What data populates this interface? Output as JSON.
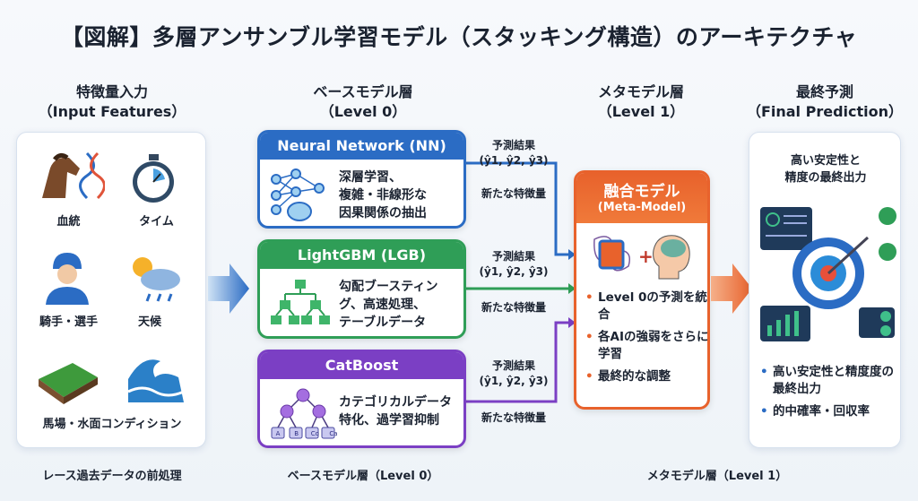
{
  "title": "【図解】多層アンサンブル学習モデル（スタッキング構造）のアーキテクチャ",
  "columns": [
    {
      "title": "特徴量入力",
      "subtitle": "（Input Features）"
    },
    {
      "title": "ベースモデル層",
      "subtitle": "（Level 0）"
    },
    {
      "title": "メタモデル層",
      "subtitle": "（Level 1）"
    },
    {
      "title": "最終予測",
      "subtitle": "（Final Prediction）"
    }
  ],
  "inputs": [
    "血統",
    "タイム",
    "騎手・選手",
    "天候",
    "馬場・水面コンディション"
  ],
  "base_models": [
    {
      "name": "Neural Network (NN)",
      "desc": [
        "深層学習、",
        "複雑・非線形な",
        "因果関係の抽出"
      ],
      "color": "#2b6cc4"
    },
    {
      "name": "LightGBM (LGB)",
      "desc": [
        "勾配ブースティン",
        "グ、高速処理、",
        "テーブルデータ"
      ],
      "color": "#2f9e57"
    },
    {
      "name": "CatBoost",
      "desc": [
        "カテゴリカルデータ",
        "特化、過学習抑制"
      ],
      "color": "#7b3fc4"
    }
  ],
  "connector": {
    "pred_label": "予測結果",
    "pred_values": "(ŷ1, ŷ2, ŷ3)",
    "feature_label": "新たな特徴量"
  },
  "catboost_leaves": [
    "A",
    "B",
    "Co",
    "Ca"
  ],
  "meta": {
    "title": "融合モデル",
    "subtitle": "(Meta-Model)",
    "bullets": [
      "Level 0の予測を統合",
      "各AIの強弱をさらに学習",
      "最終的な調整"
    ],
    "color": "#e8622c"
  },
  "final": {
    "heading": [
      "高い安定性と",
      "精度の最終出力"
    ],
    "bullets": [
      "高い安定性と精度度の最終出力",
      "的中確率・回収率"
    ]
  },
  "footer": [
    "レース過去データの前処理",
    "ベースモデル層（Level 0）",
    "メタモデル層（Level 1）"
  ]
}
